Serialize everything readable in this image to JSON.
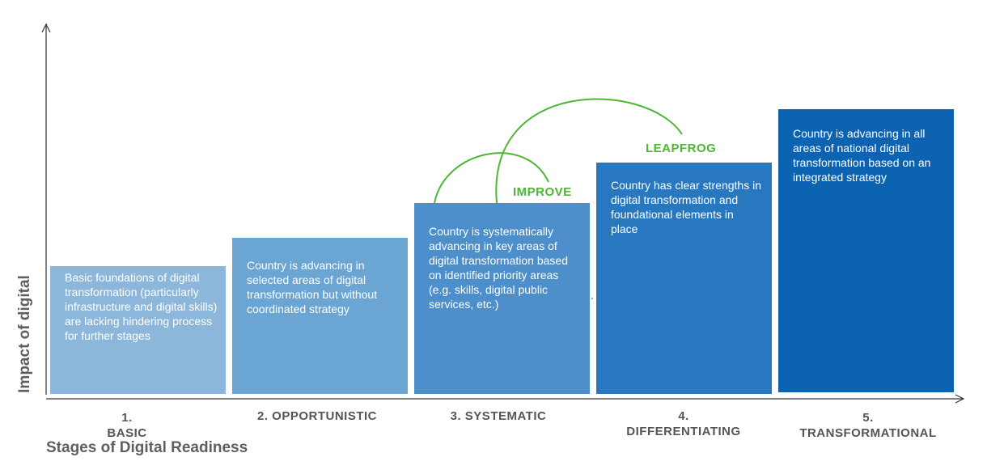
{
  "axis": {
    "y_label": "Impact of digital",
    "x_label": "Stages of Digital Readiness"
  },
  "stages": [
    {
      "number": "1.",
      "name": "BASIC",
      "description": "Basic foundations of digital transformation (particularly infrastructure and digital skills) are lacking hindering process for further stages",
      "color": "#8db7da"
    },
    {
      "number": "",
      "name": "2. OPPORTUNISTIC",
      "description": "Country is advancing in selected areas of digital transformation but without coordinated strategy",
      "color": "#6aa5d4"
    },
    {
      "number": "",
      "name": "3. SYSTEMATIC",
      "description": "Country is systematically advancing in key areas of digital transformation based on identified priority areas (e.g. skills, digital public services, etc.)",
      "color": "#4c8fca"
    },
    {
      "number": "4.",
      "name": "DIFFERENTIATING",
      "description": "Country has clear strengths in digital transformation and foundational elements in place",
      "color": "#2878bf"
    },
    {
      "number": "5.",
      "name": "TRANSFORMATIONAL",
      "description": "Country is advancing in all areas of national digital transformation based on an integrated strategy",
      "color": "#0c63b2"
    }
  ],
  "arcs": {
    "improve_label": "IMPROVE",
    "leapfrog_label": "LEAPFROG",
    "color": "#4cb732"
  }
}
